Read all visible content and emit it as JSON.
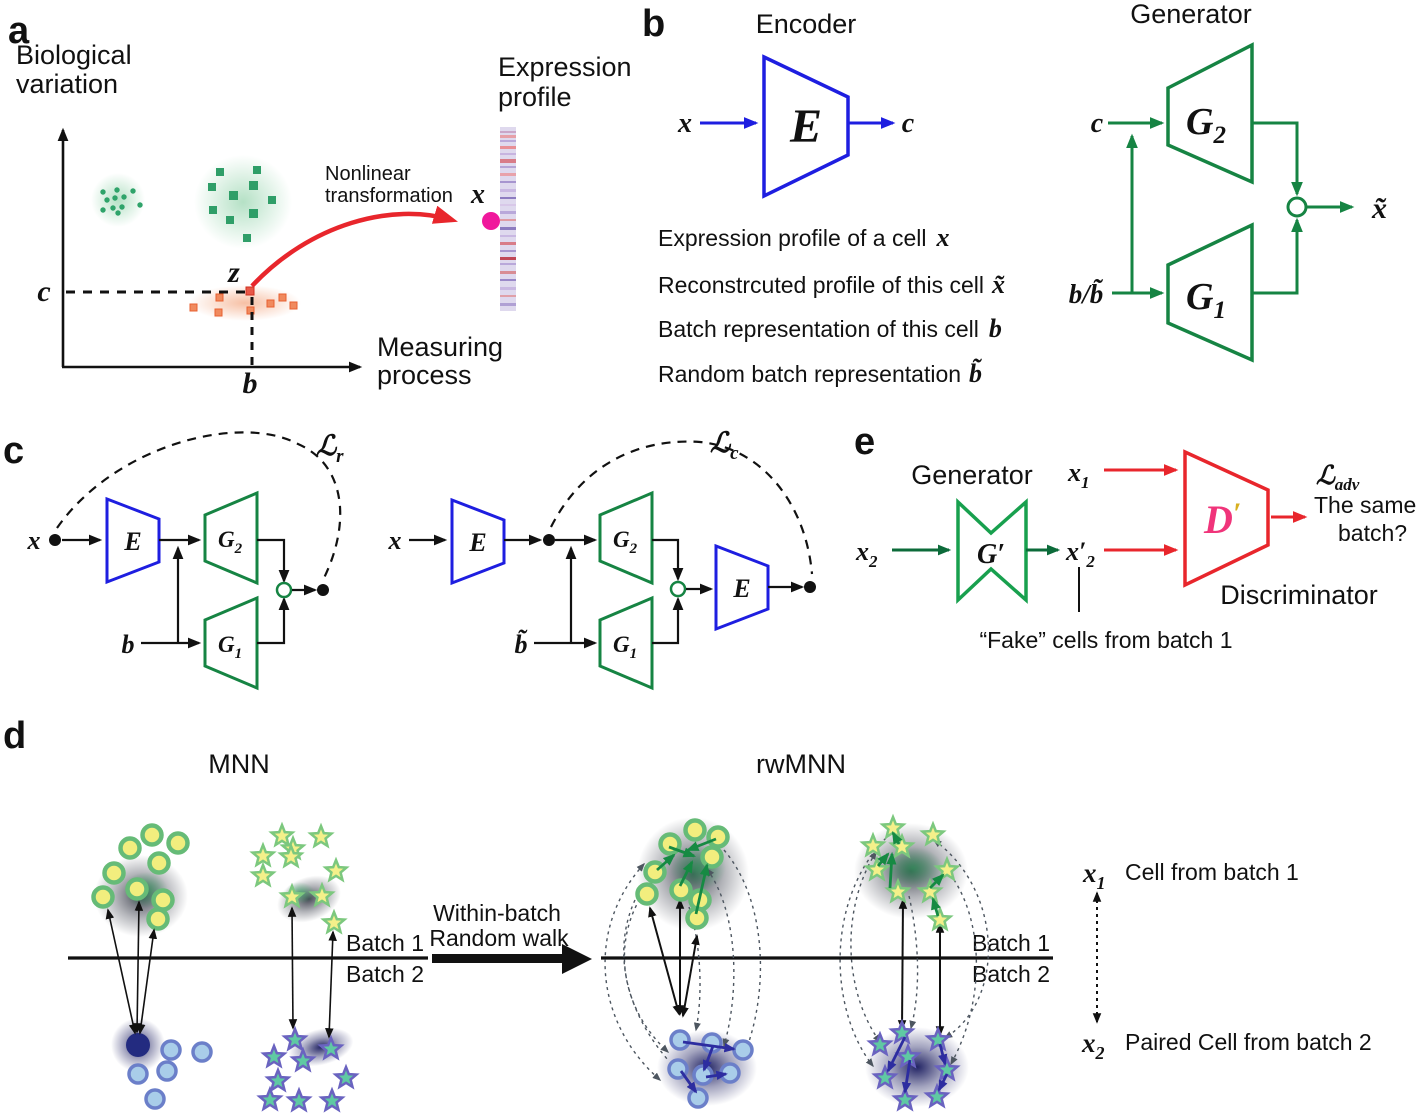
{
  "colors": {
    "blue": "#1e1ee0",
    "green": "#168443",
    "bright_green": "#18a04e",
    "dark_green": "#0c6b3a",
    "red": "#e8262c",
    "pink_dot": "#f0189c",
    "d_prime_pink": "#f0347a",
    "navy_arrow": "#2d2da0",
    "black": "#111111"
  },
  "panel_a": {
    "letter": "a",
    "y_axis_1": "Biological",
    "y_axis_2": "variation",
    "x_axis_1": "Measuring",
    "x_axis_2": "process",
    "c": "c",
    "z": "z",
    "b": "b",
    "x": "x",
    "curve_1": "Nonlinear",
    "curve_2": "transformation",
    "profile_1": "Expression",
    "profile_2": "profile"
  },
  "panel_b": {
    "letter": "b",
    "encoder_title": "Encoder",
    "generator_title": "Generator",
    "E": "E",
    "x_in": "x",
    "c_out": "c",
    "c_in": "c",
    "b_in": "b/b̃",
    "G2": "G",
    "G2_sub": "2",
    "G1": "G",
    "G1_sub": "1",
    "x_out": "x̃",
    "legend": [
      {
        "text": "Expression profile of a cell",
        "sym": "x"
      },
      {
        "text": "Reconstrcuted profile of this cell",
        "sym": "x̃"
      },
      {
        "text": "Batch representation of this cell",
        "sym": "b"
      },
      {
        "text": "Random batch representation",
        "sym": "b̃"
      }
    ]
  },
  "panel_c": {
    "letter": "c",
    "left": {
      "x": "x",
      "E": "E",
      "G2": "G",
      "G2_sub": "2",
      "G1": "G",
      "G1_sub": "1",
      "b": "b",
      "loss": "ℒ",
      "loss_sub": "r"
    },
    "right": {
      "x": "x",
      "E": "E",
      "G2": "G",
      "G2_sub": "2",
      "G1": "G",
      "G1_sub": "1",
      "b": "b̃",
      "E2": "E",
      "loss": "ℒ",
      "loss_sub": "c"
    }
  },
  "panel_e": {
    "letter": "e",
    "generator_label": "Generator",
    "discriminator_label": "Discriminator",
    "G": "G′",
    "D": "D",
    "D_prime": "′",
    "x2": "x",
    "x2_sub": "2",
    "x2p": "x′",
    "x2p_sub": "2",
    "x1": "x",
    "x1_sub": "1",
    "loss": "ℒ",
    "loss_sub": "adv",
    "question_1": "The same",
    "question_2": "batch?",
    "fake_label": "“Fake” cells from batch 1"
  },
  "panel_d": {
    "letter": "d",
    "mnn_title": "MNN",
    "rwmnn_title": "rwMNN",
    "arrow_1": "Within-batch",
    "arrow_2": "Random walk",
    "batch1": "Batch 1",
    "batch2": "Batch 2",
    "legend": {
      "x1": "x",
      "x1_sub": "1",
      "x1_text": "Cell from batch 1",
      "x2": "x",
      "x2_sub": "2",
      "x2_text": "Paired Cell from batch 2"
    }
  }
}
